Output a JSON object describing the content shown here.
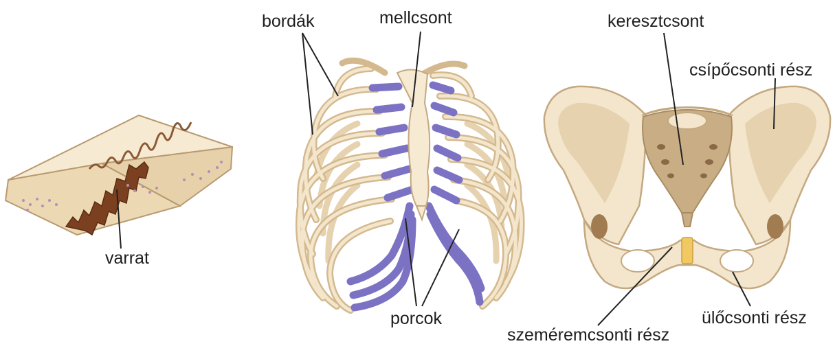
{
  "colors": {
    "bone_fill": "#f3e6cc",
    "bone_outline": "#c4a880",
    "bone_shade": "#d9c29c",
    "cartilage": "#7c72c4",
    "cartilage_dark": "#5f56a8",
    "suture": "#7a4020",
    "sacrum": "#c9ad84",
    "symphysis": "#f2c862",
    "leader_line": "#222222"
  },
  "figures": [
    {
      "name": "bone suture block",
      "labels": {
        "suture": "varrat"
      }
    },
    {
      "name": "rib cage",
      "labels": {
        "ribs": "bordák",
        "sternum": "mellcsont",
        "cartilage": "porcok"
      }
    },
    {
      "name": "pelvis",
      "labels": {
        "sacrum": "keresztcsont",
        "ilium": "csípőcsonti rész",
        "ischium": "ülőcsonti rész",
        "pubis": "szeméremcsonti rész"
      }
    }
  ]
}
